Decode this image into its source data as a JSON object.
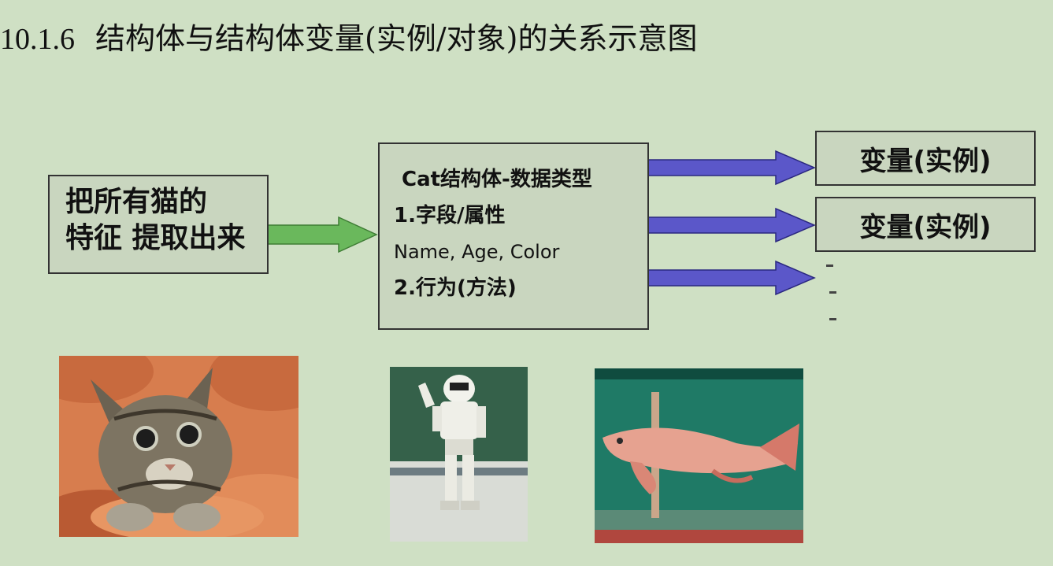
{
  "title": {
    "number": "10.1.6",
    "text": "结构体与结构体变量(实例/对象)的关系示意图"
  },
  "source_box": {
    "line1": "把所有猫的",
    "line2": "特征 提取出来"
  },
  "struct_box": {
    "heading": "Cat结构体-数据类型",
    "fields_label": "1.字段/属性",
    "fields": "Name, Age, Color",
    "methods_label": "2.行为(方法)"
  },
  "instances": [
    {
      "label": "变量(实例)"
    },
    {
      "label": "变量(实例)"
    }
  ],
  "colors": {
    "background": "#cfe0c4",
    "green_arrow": "#6ab85c",
    "blue_arrow": "#5b57c9"
  },
  "images": [
    {
      "name": "kitten-photo"
    },
    {
      "name": "robot-photo"
    },
    {
      "name": "arowana-fish-photo"
    }
  ]
}
